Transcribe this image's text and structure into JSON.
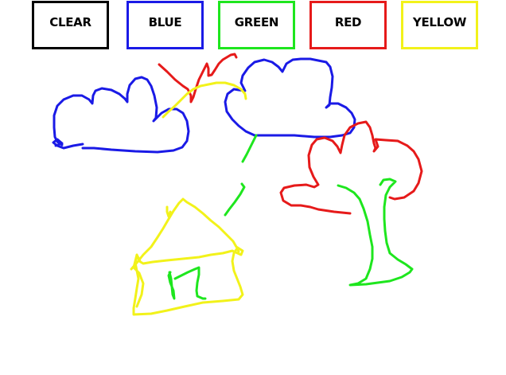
{
  "toolbar": {
    "buttons": [
      {
        "id": "clear",
        "label": "CLEAR",
        "color": "#000000"
      },
      {
        "id": "blue",
        "label": "BLUE",
        "color": "#1a1ae6"
      },
      {
        "id": "green",
        "label": "GREEN",
        "color": "#1ee61e"
      },
      {
        "id": "red",
        "label": "RED",
        "color": "#e61a1a"
      },
      {
        "id": "yellow",
        "label": "YELLOW",
        "color": "#f2f21a"
      }
    ]
  },
  "strokes": {
    "blue": "#1a1ae6",
    "green": "#1ee61e",
    "red": "#e61a1a",
    "yellow": "#f2f21a"
  }
}
